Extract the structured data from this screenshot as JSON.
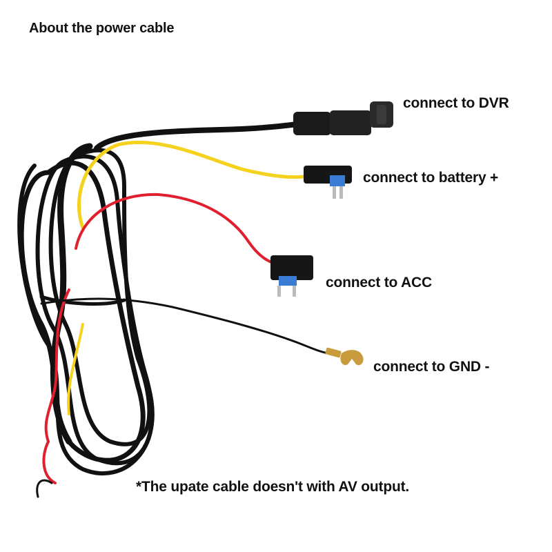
{
  "title": "About the power cable",
  "labels": {
    "dvr": "connect to DVR",
    "battery": "connect to battery +",
    "acc": "connect to ACC",
    "gnd": "connect to GND -"
  },
  "note": "*The upate cable doesn't with AV output.",
  "colors": {
    "cable_black": "#111111",
    "wire_yellow": "#f4d21e",
    "wire_red": "#e0202e",
    "fuse_blue": "#3a7bd5",
    "terminal_gold": "#c89b3c"
  }
}
